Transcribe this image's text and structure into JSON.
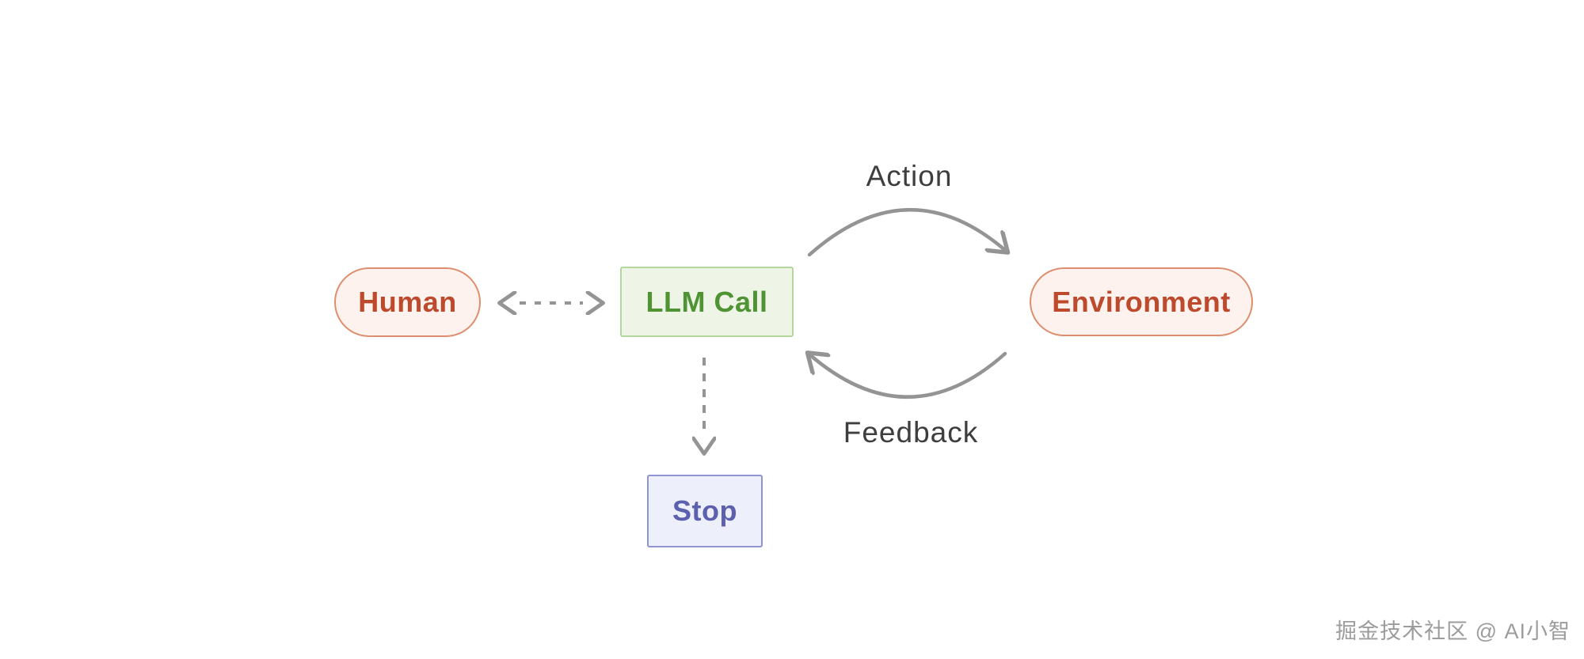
{
  "canvas": {
    "background_color": "#ffffff"
  },
  "nodes": {
    "human": {
      "label": "Human",
      "shape": "pill",
      "fill_color": "#fdf2ed",
      "border_color": "#dd8e6e",
      "text_color": "#bd4a2c"
    },
    "llm_call": {
      "label": "LLM Call",
      "shape": "rectangle",
      "fill_color": "#eef5e7",
      "border_color": "#b3d69c",
      "text_color": "#4f9334"
    },
    "environment": {
      "label": "Environment",
      "shape": "pill",
      "fill_color": "#fdf2ed",
      "border_color": "#dd8e6e",
      "text_color": "#bd4a2c"
    },
    "stop": {
      "label": "Stop",
      "shape": "rectangle",
      "fill_color": "#edeffb",
      "border_color": "#9094d2",
      "text_color": "#5d60af"
    }
  },
  "edges": {
    "action": {
      "label": "Action",
      "from": "llm_call",
      "to": "environment",
      "style": "solid-arc",
      "direction": "one-way"
    },
    "feedback": {
      "label": "Feedback",
      "from": "environment",
      "to": "llm_call",
      "style": "solid-arc",
      "direction": "one-way"
    },
    "human_llm": {
      "label": "",
      "from": "human",
      "to": "llm_call",
      "style": "dashed",
      "direction": "two-way"
    },
    "llm_stop": {
      "label": "",
      "from": "llm_call",
      "to": "stop",
      "style": "dashed",
      "direction": "one-way"
    }
  },
  "colors": {
    "arrow_stroke": "#949494",
    "edge_label_text": "#3e3e3e",
    "watermark_text": "#9c9c9c"
  },
  "watermark": {
    "text": "掘金技术社区 @ AI小智"
  }
}
